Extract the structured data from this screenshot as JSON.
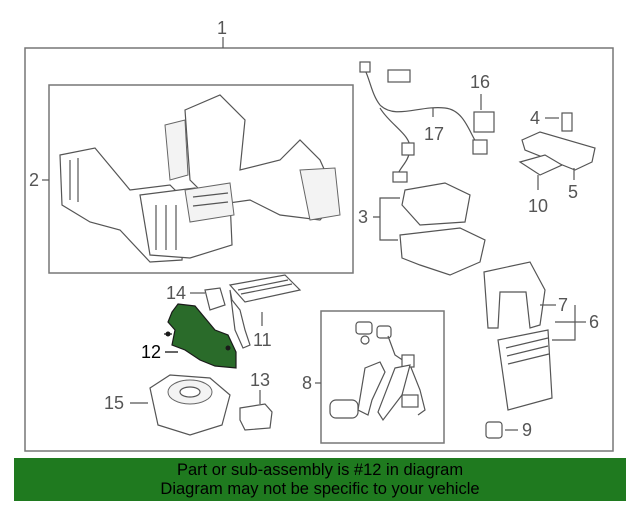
{
  "colors": {
    "banner_bg": "#1f7a1f",
    "highlight_fill": "#2a6b2a",
    "line": "#555555"
  },
  "callouts": {
    "c1": "1",
    "c2": "2",
    "c3": "3",
    "c4": "4",
    "c5": "5",
    "c6": "6",
    "c7": "7",
    "c8": "8",
    "c9": "9",
    "c10": "10",
    "c11": "11",
    "c12": "12",
    "c13": "13",
    "c14": "14",
    "c15": "15",
    "c16": "16",
    "c17": "17"
  },
  "banner": {
    "line1": "Part or sub-assembly is #12 in diagram",
    "line2": "Diagram may not be specific to your vehicle"
  }
}
